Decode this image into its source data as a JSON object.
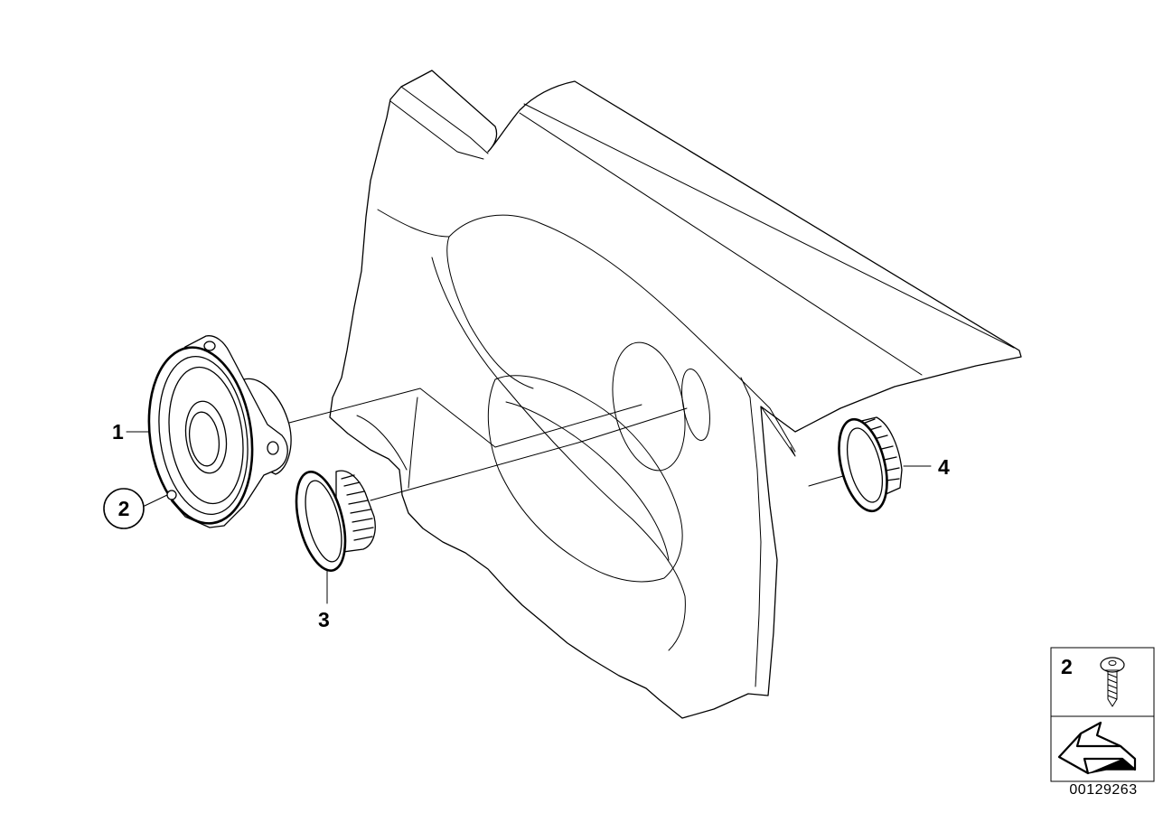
{
  "callouts": {
    "part1": "1",
    "part2": "2",
    "part3": "3",
    "part4": "4"
  },
  "legend": {
    "screw_label": "2",
    "screw_icon": "screw-icon",
    "direction_icon": "direction-arrow-icon"
  },
  "reference_number": "00129263",
  "colors": {
    "line": "#000000",
    "background": "#ffffff"
  }
}
